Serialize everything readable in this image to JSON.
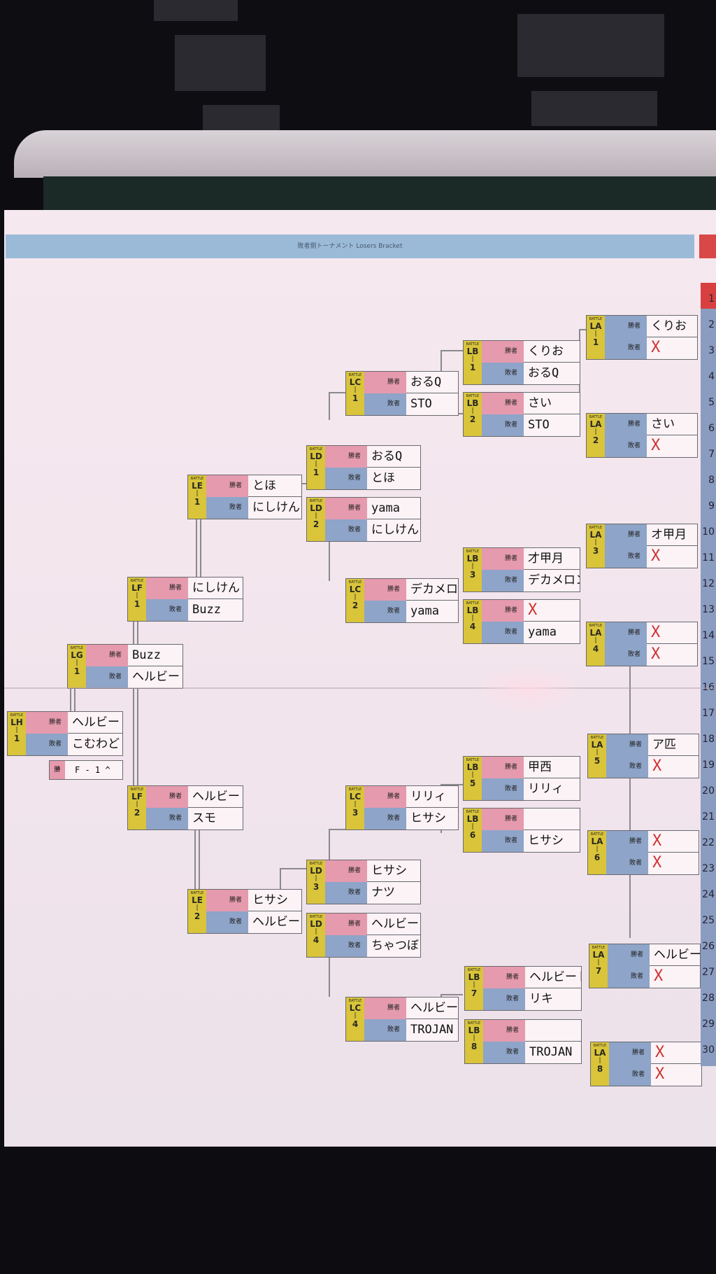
{
  "banner": {
    "title": "敗者側トーナメント Losers Bracket"
  },
  "labels": {
    "battle": "BATTLE",
    "winner": "勝者",
    "loser": "敗者",
    "extra_tag": "勝"
  },
  "extra_box": {
    "text": "F - 1  ^"
  },
  "matches": [
    {
      "code": "LA",
      "num": "1",
      "top": "くりお",
      "bottom": "X",
      "bottom_x": true
    },
    {
      "code": "LA",
      "num": "2",
      "top": "さい",
      "bottom": "X",
      "bottom_x": true
    },
    {
      "code": "LA",
      "num": "3",
      "top": "オ甲月",
      "bottom": "X",
      "bottom_x": true
    },
    {
      "code": "LA",
      "num": "4",
      "top": "X",
      "bottom": "X",
      "top_x": true,
      "bottom_x": true
    },
    {
      "code": "LA",
      "num": "5",
      "top": "ア匹",
      "bottom": "X",
      "bottom_x": true
    },
    {
      "code": "LA",
      "num": "6",
      "top": "X",
      "bottom": "X",
      "top_x": true,
      "bottom_x": true
    },
    {
      "code": "LA",
      "num": "7",
      "top": "ヘルビート",
      "bottom": "X",
      "bottom_x": true
    },
    {
      "code": "LA",
      "num": "8",
      "top": "X",
      "bottom": "X",
      "top_x": true,
      "bottom_x": true
    },
    {
      "code": "LB",
      "num": "1",
      "top": "くりお",
      "bottom": "おるQ"
    },
    {
      "code": "LB",
      "num": "2",
      "top": "さい",
      "bottom": "STO"
    },
    {
      "code": "LB",
      "num": "3",
      "top": "才甲月",
      "bottom": "デカメロン"
    },
    {
      "code": "LB",
      "num": "4",
      "top": "X",
      "bottom": "yama",
      "top_x": true
    },
    {
      "code": "LB",
      "num": "5",
      "top": "甲西",
      "bottom": "リリィ"
    },
    {
      "code": "LB",
      "num": "6",
      "top": "",
      "bottom": "ヒサシ"
    },
    {
      "code": "LB",
      "num": "7",
      "top": "ヘルビート",
      "bottom": "リキ"
    },
    {
      "code": "LB",
      "num": "8",
      "top": "",
      "bottom": "TROJAN"
    },
    {
      "code": "LC",
      "num": "1",
      "top": "おるQ",
      "bottom": "STO"
    },
    {
      "code": "LC",
      "num": "2",
      "top": "デカメロン",
      "bottom": "yama"
    },
    {
      "code": "LC",
      "num": "3",
      "top": "リリィ",
      "bottom": "ヒサシ"
    },
    {
      "code": "LC",
      "num": "4",
      "top": "ヘルビート",
      "bottom": "TROJAN"
    },
    {
      "code": "LD",
      "num": "1",
      "top": "おるQ",
      "bottom": "とほ"
    },
    {
      "code": "LD",
      "num": "2",
      "top": "yama",
      "bottom": "にしけん"
    },
    {
      "code": "LD",
      "num": "3",
      "top": "ヒサシ",
      "bottom": "ナツ"
    },
    {
      "code": "LD",
      "num": "4",
      "top": "ヘルビート",
      "bottom": "ちゃつぼ"
    },
    {
      "code": "LE",
      "num": "1",
      "top": "とほ",
      "bottom": "にしけん"
    },
    {
      "code": "LE",
      "num": "2",
      "top": "ヒサシ",
      "bottom": "ヘルビート"
    },
    {
      "code": "LF",
      "num": "1",
      "top": "にしけん",
      "bottom": "Buzz"
    },
    {
      "code": "LF",
      "num": "2",
      "top": "ヘルビート",
      "bottom": "スモ"
    },
    {
      "code": "LG",
      "num": "1",
      "top": "Buzz",
      "bottom": "ヘルビート"
    },
    {
      "code": "LH",
      "num": "1",
      "top": "ヘルビート",
      "bottom": "こむわど"
    }
  ],
  "seeds": [
    "1",
    "2",
    "3",
    "4",
    "5",
    "6",
    "7",
    "8",
    "9",
    "10",
    "11",
    "12",
    "13",
    "14",
    "15",
    "16",
    "17",
    "18",
    "19",
    "20",
    "21",
    "22",
    "23",
    "24",
    "25",
    "26",
    "27",
    "28",
    "29",
    "30"
  ]
}
